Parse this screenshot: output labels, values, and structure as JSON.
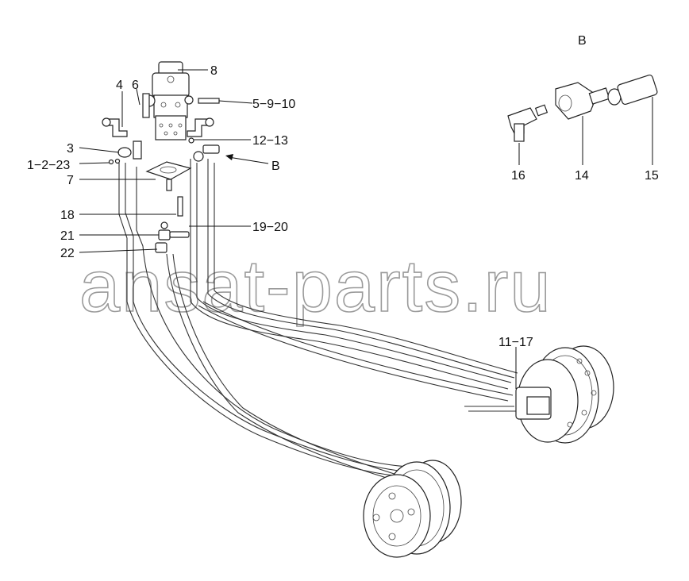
{
  "callouts": {
    "c8": "8",
    "c4": "4",
    "c6": "6",
    "c5_9_10": "5−9−10",
    "c12_13": "12−13",
    "c3": "3",
    "c1_2_23": "1−2−23",
    "cB": "B",
    "c7": "7",
    "c18": "18",
    "c19_20": "19−20",
    "c21": "21",
    "c22": "22",
    "c11_17": "11−17"
  },
  "detail": {
    "title": "B",
    "c16": "16",
    "c14": "14",
    "c15": "15"
  },
  "watermark": "ansat-parts.ru"
}
